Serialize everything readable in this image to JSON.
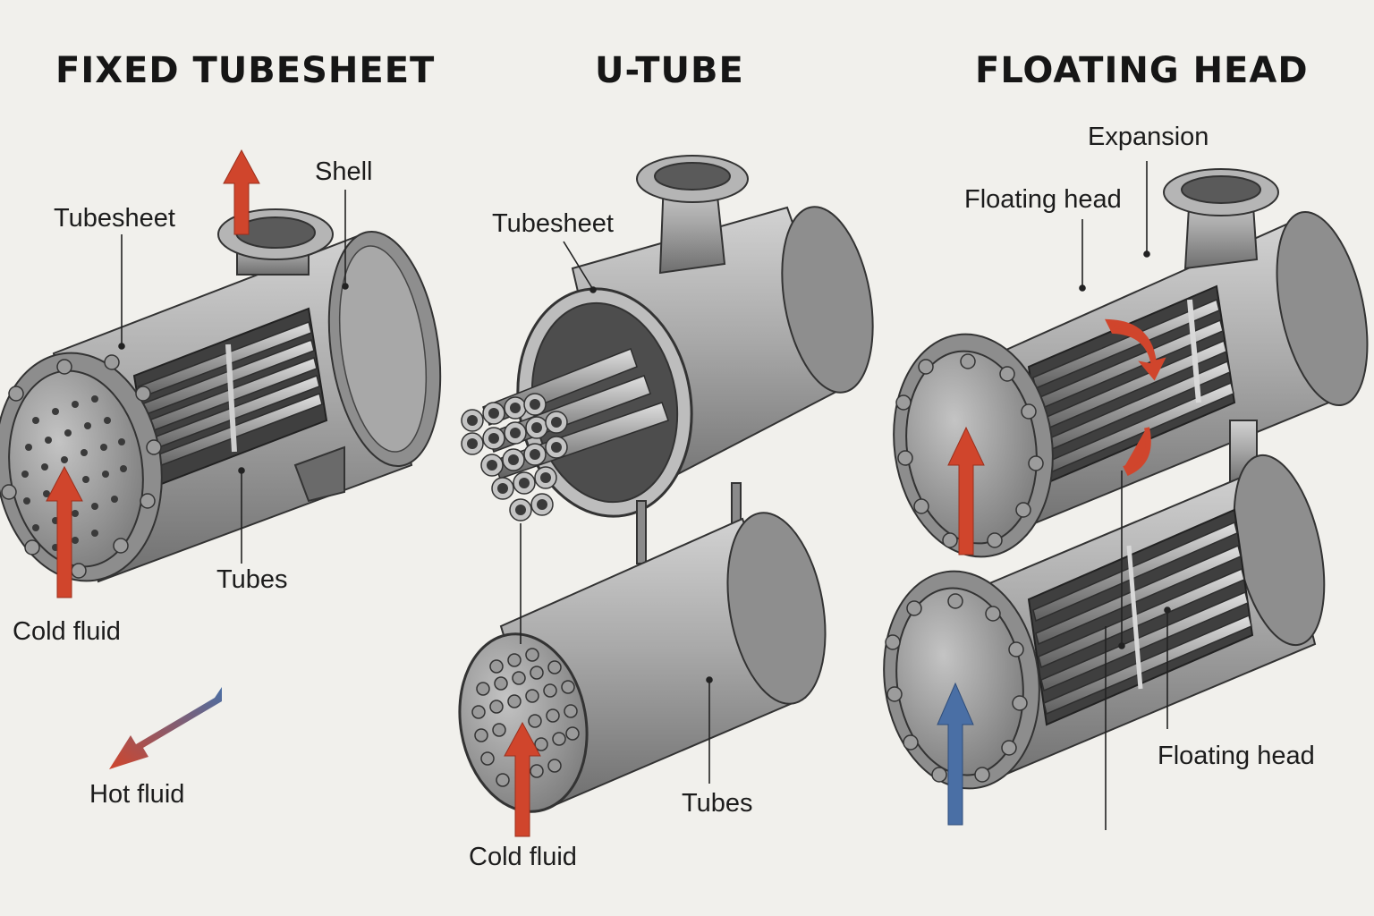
{
  "panels": [
    {
      "title": "FIXED TUBESHEET",
      "labels": {
        "shell": "Shell",
        "tubesheet": "Tubesheet",
        "tubes": "Tubes",
        "cold_fluid": "Cold fluid",
        "hot_fluid": "Hot fluid"
      }
    },
    {
      "title": "U-TUBE",
      "labels": {
        "tubesheet": "Tubesheet",
        "tubes": "Tubes",
        "cold_fluid": "Cold fluid"
      }
    },
    {
      "title": "FLOATING HEAD",
      "labels": {
        "expansion": "Expansion",
        "floating_head_top": "Floating head",
        "floating_head_bottom": "Floating head"
      }
    }
  ],
  "colors": {
    "background": "#f1f0ec",
    "metal_light": "#c9c9c9",
    "metal_mid": "#9a9a9a",
    "metal_dark": "#555555",
    "hot_arrow": "#d0452c",
    "cold_arrow": "#4a6fa5"
  }
}
